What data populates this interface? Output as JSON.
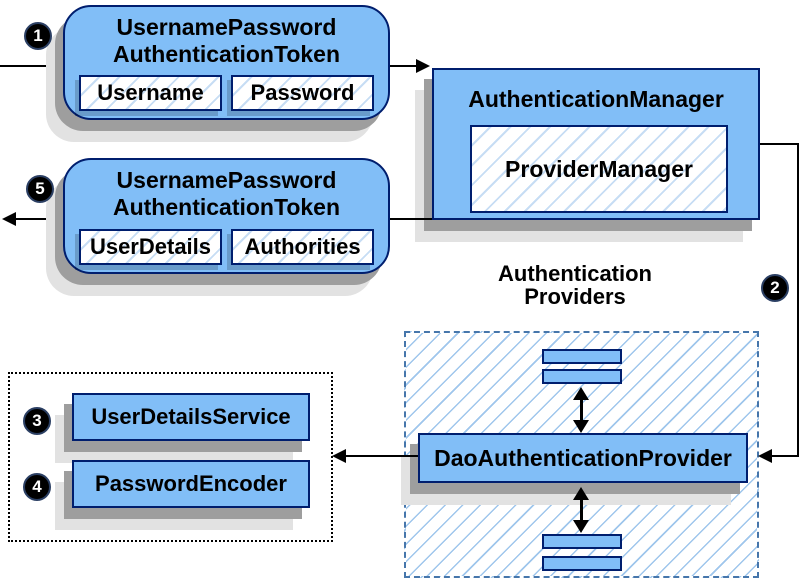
{
  "steps": {
    "s1": "1",
    "s2": "2",
    "s3": "3",
    "s4": "4",
    "s5": "5"
  },
  "request_token": {
    "title_line1": "UsernamePassword",
    "title_line2": "AuthenticationToken",
    "field1": "Username",
    "field2": "Password"
  },
  "response_token": {
    "title_line1": "UsernamePassword",
    "title_line2": "AuthenticationToken",
    "field1": "UserDetails",
    "field2": "Authorities"
  },
  "auth_manager": {
    "title": "AuthenticationManager",
    "inner": "ProviderManager"
  },
  "providers": {
    "label_line1": "Authentication",
    "label_line2": "Providers",
    "dao": "DaoAuthenticationProvider"
  },
  "services": {
    "user_details_service": "UserDetailsService",
    "password_encoder": "PasswordEncoder"
  },
  "colors": {
    "node_fill": "#81BEF7",
    "node_border": "#001E6E",
    "hatch_line": "#9FC6EC",
    "providers_dashed_border": "#4676AB",
    "system_dotted_border": "#000000",
    "connector": "#000000",
    "shadow": "#9E9E9E",
    "badge_fill": "#000000",
    "badge_text": "#FFFFFF"
  }
}
